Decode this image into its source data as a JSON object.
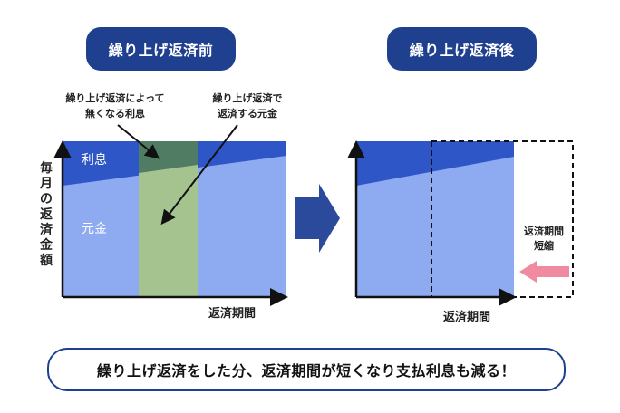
{
  "titles": {
    "before": "繰り上げ返済前",
    "after": "繰り上げ返済後"
  },
  "annotations": {
    "interest_reduced_line1": "繰り上げ返済によって",
    "interest_reduced_line2": "無くなる利息",
    "principal_prepaid_line1": "繰り上げ返済で",
    "principal_prepaid_line2": "返済する元金"
  },
  "axis": {
    "y_label": "毎月の返済金額",
    "x_label_before": "返済期間",
    "x_label_after": "返済期間"
  },
  "chart_labels": {
    "interest": "利息",
    "principal": "元金"
  },
  "shortening": {
    "line1": "返済期間",
    "line2": "短縮"
  },
  "summary": "繰り上げ返済をした分、返済期間が短くなり支払利息も減る！",
  "colors": {
    "navy": "#1f3f8f",
    "interest_blue": "#2f56c6",
    "principal_blue": "#8eaaf0",
    "green_band": "#a5c38e",
    "green_dark": "#4f7c62",
    "arrow_blue": "#2c4a9b",
    "pink_arrow": "#f08aa0"
  }
}
